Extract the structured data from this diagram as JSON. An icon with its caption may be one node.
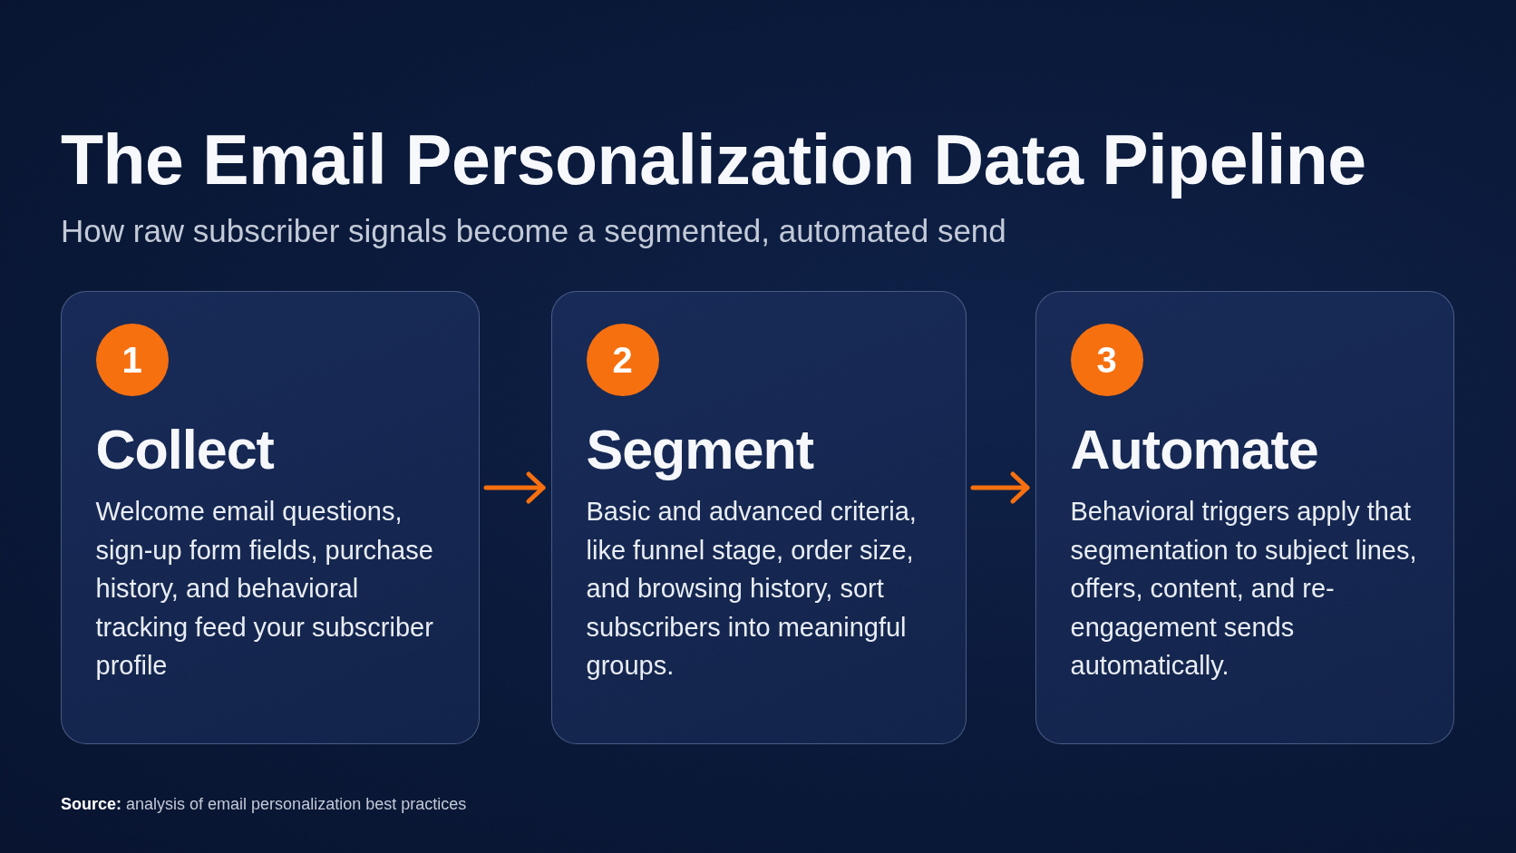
{
  "diagram": {
    "title": "The Email Personalization Data Pipeline",
    "nodes": [
      {
        "text": [
          "1",
          "Collect",
          "Welcome email questions, sign-up form fields, purchase history, and behavioral tracking feed your subscriber profile"
        ]
      },
      {
        "text": [
          "2",
          "Segment",
          "Basic and advanced criteria, like funnel stage, order size, and browsing history, sort subscribers into meaningful groups."
        ]
      },
      {
        "text": [
          "3",
          "Automate",
          "Behavioral triggers apply that segmentation to subject lines, offers, content, and re-engagement sends automatically."
        ]
      }
    ],
    "edges": [
      {
        "from": 0,
        "to": 1,
        "arrow": "to"
      },
      {
        "from": 1,
        "to": 2,
        "arrow": "to"
      }
    ],
    "labels": [
      "How raw subscriber signals become a segmented, automated send",
      "**Source:** analysis of email personalization best practices"
    ]
  }
}
